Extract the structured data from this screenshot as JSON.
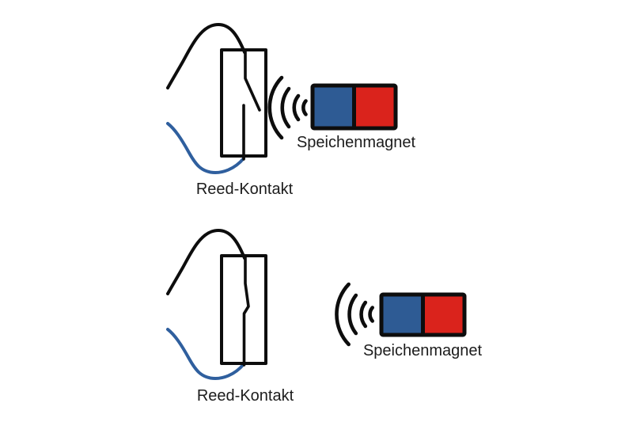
{
  "figures": [
    {
      "reed_label": "Reed-Kontakt",
      "magnet_label": "Speichenmagnet",
      "magnet_distance": "near",
      "switch_state": "open"
    },
    {
      "reed_label": "Reed-Kontakt",
      "magnet_label": "Speichenmagnet",
      "magnet_distance": "far",
      "switch_state": "closed"
    }
  ],
  "colors": {
    "magnet_blue": "#2e5b94",
    "magnet_red": "#da231c",
    "wire_blue": "#2f5f9e",
    "line_black": "#0d0d0d",
    "text": "#1c1c1c",
    "background": "#ffffff"
  }
}
